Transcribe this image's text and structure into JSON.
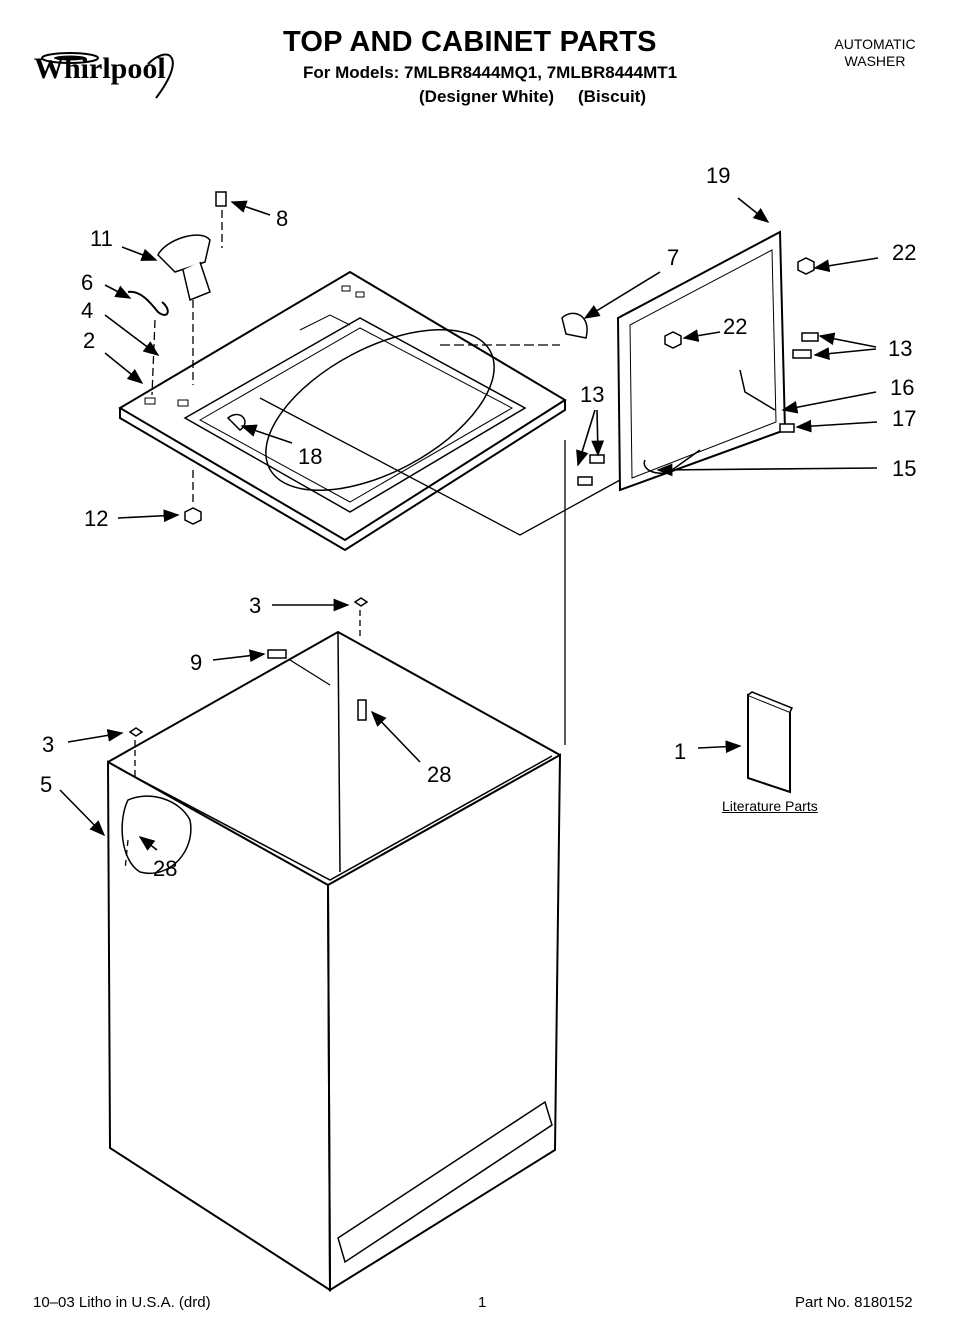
{
  "header": {
    "brand": "Whirlpool",
    "title": "TOP AND CABINET PARTS",
    "models_line": "For Models: 7MLBR8444MQ1, 7MLBR8444MT1",
    "variant_1": "(Designer White)",
    "variant_2": "(Biscuit)",
    "product_type": [
      "AUTOMATIC",
      "WASHER"
    ]
  },
  "callouts": [
    "19",
    "8",
    "11",
    "7",
    "22",
    "6",
    "4",
    "22",
    "2",
    "13",
    "16",
    "13",
    "17",
    "18",
    "15",
    "12",
    "3",
    "9",
    "3",
    "28",
    "1",
    "5",
    "28"
  ],
  "literature_label": "Literature Parts",
  "footer": {
    "litho": "10–03 Litho in U.S.A. (drd)",
    "page": "1",
    "part_no": "Part No. 8180152"
  }
}
